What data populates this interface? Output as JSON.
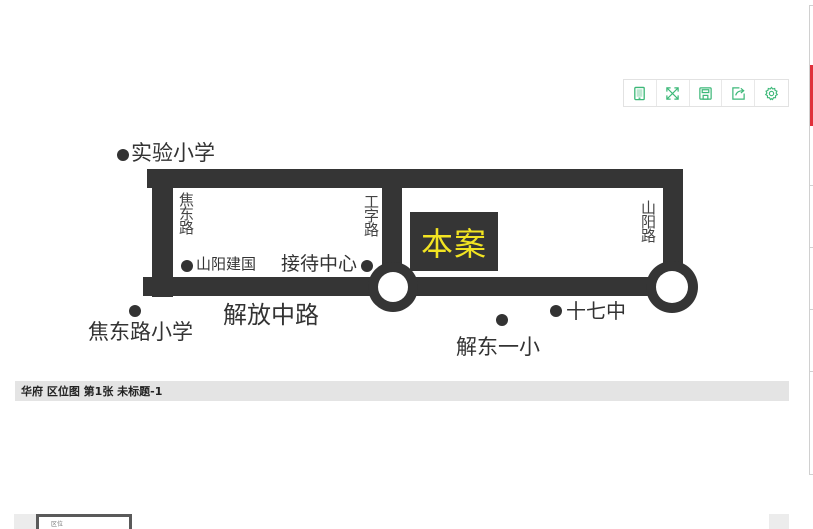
{
  "toolbar": {
    "buttons": [
      {
        "icon": "tablet-icon",
        "label": "device view"
      },
      {
        "icon": "fullscreen-icon",
        "label": "fullscreen"
      },
      {
        "icon": "save-icon",
        "label": "save"
      },
      {
        "icon": "share-icon",
        "label": "share"
      },
      {
        "icon": "settings-icon",
        "label": "settings"
      }
    ],
    "icon_color": "#3cb878"
  },
  "map": {
    "project_label": "本案",
    "roads": {
      "vertical_left": "焦东路",
      "vertical_middle": "工字路",
      "vertical_right": "山阳路",
      "main_road": "解放中路"
    },
    "landmarks": {
      "school_top": "实验小学",
      "shanyang_jianguo": "山阳建国",
      "reception": "接待中心",
      "jiaodong_school": "焦东路小学",
      "jiedong_school": "解东一小",
      "seventeenth_middle": "十七中"
    },
    "colors": {
      "road": "#353535",
      "project_text": "#f2e422"
    }
  },
  "caption": {
    "text": "华府 区位图 第1张 未标题-1"
  },
  "scrollbar": {
    "thumb_color": "#e0303a"
  },
  "thumbnail": {
    "label": "区位"
  }
}
